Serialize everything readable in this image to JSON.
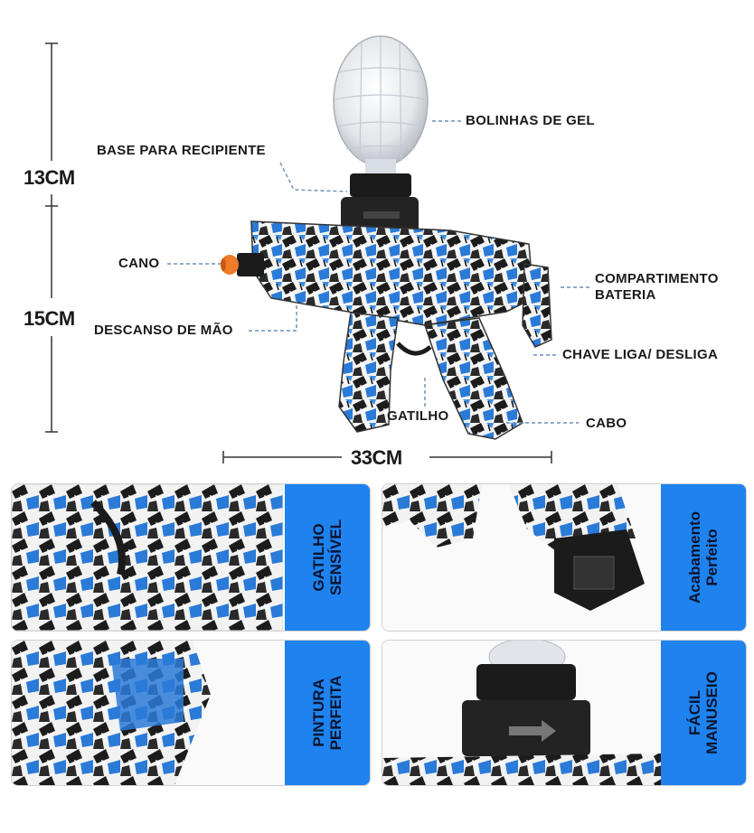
{
  "dimensions": {
    "height_top": "13CM",
    "height_bottom": "15CM",
    "length": "33CM"
  },
  "labels": {
    "gel_balls": "BOLINHAS DE GEL",
    "container_base": "BASE PARA RECIPIENTE",
    "barrel": "CANO",
    "battery_line1": "COMPARTIMENTO",
    "battery_line2": "BATERIA",
    "hand_rest": "DESCANSO DE MÃO",
    "power_switch": "CHAVE LIGA/ DESLIGA",
    "trigger": "GATILHO",
    "grip": "CABO"
  },
  "features": [
    {
      "line1": "GATILHO",
      "line2": "SENSÍVEL"
    },
    {
      "line1": "Acabamento",
      "line2": "Perfeito"
    },
    {
      "line1": "PINTURA",
      "line2": "PERFEITA"
    },
    {
      "line1": "FÁCIL",
      "line2": "MANUSEIO"
    }
  ],
  "colors": {
    "accent_blue": "#1e83ee",
    "graffiti_blue": "#2a7ad8",
    "dark": "#1c1c1c",
    "leader_line": "#6a8fb5",
    "muzzle_orange": "#ef7a28"
  },
  "icons": [
    "gel-container-icon",
    "blaster-image",
    "muzzle-tip-icon"
  ]
}
